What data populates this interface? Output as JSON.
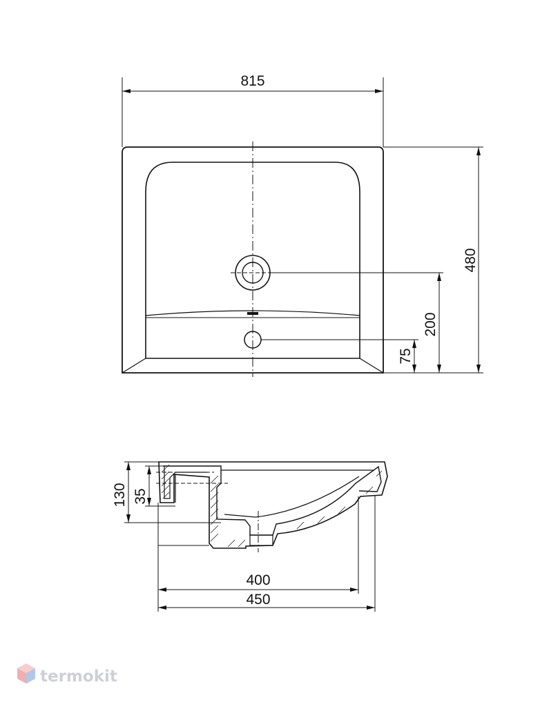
{
  "drawing": {
    "top_view": {
      "width_label": "815",
      "depth_label": "480",
      "drain_offset_label": "200",
      "overflow_offset_label": "75"
    },
    "side_view": {
      "height_label": "130",
      "rim_label": "35",
      "depth_inner_label": "400",
      "depth_outer_label": "450"
    }
  },
  "brand": {
    "name": "termokit",
    "color": "#c9ccd1"
  }
}
